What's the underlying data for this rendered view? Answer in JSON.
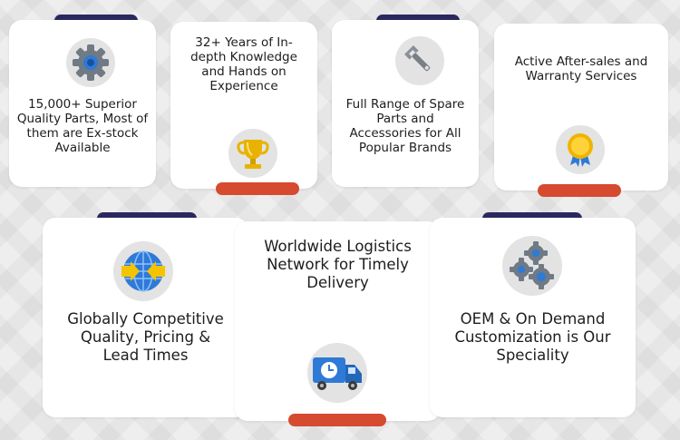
{
  "cards": [
    {
      "text": "15,000+ Superior Quality Parts, Most of them are Ex-stock Available",
      "icon": "gear-icon"
    },
    {
      "text": "32+ Years of In-depth Knowledge and Hands on Experience",
      "icon": "trophy-icon"
    },
    {
      "text": "Full Range of Spare Parts and Accessories for All Popular Brands",
      "icon": "wrench-icon"
    },
    {
      "text": "Active After-sales and Warranty Services",
      "icon": "medal-icon"
    },
    {
      "text": "Globally Competitive Quality, Pricing & Lead Times",
      "icon": "globe-icon"
    },
    {
      "text": "Worldwide Logistics Network for Timely Delivery",
      "icon": "delivery-truck-icon"
    },
    {
      "text": "OEM & On Demand Customization is Our Speciality",
      "icon": "gears-icon"
    }
  ],
  "colors": {
    "navy": "#2a2860",
    "red": "#d64a2f",
    "icon_blue": "#2e7ad6",
    "gold": "#e9b200"
  }
}
